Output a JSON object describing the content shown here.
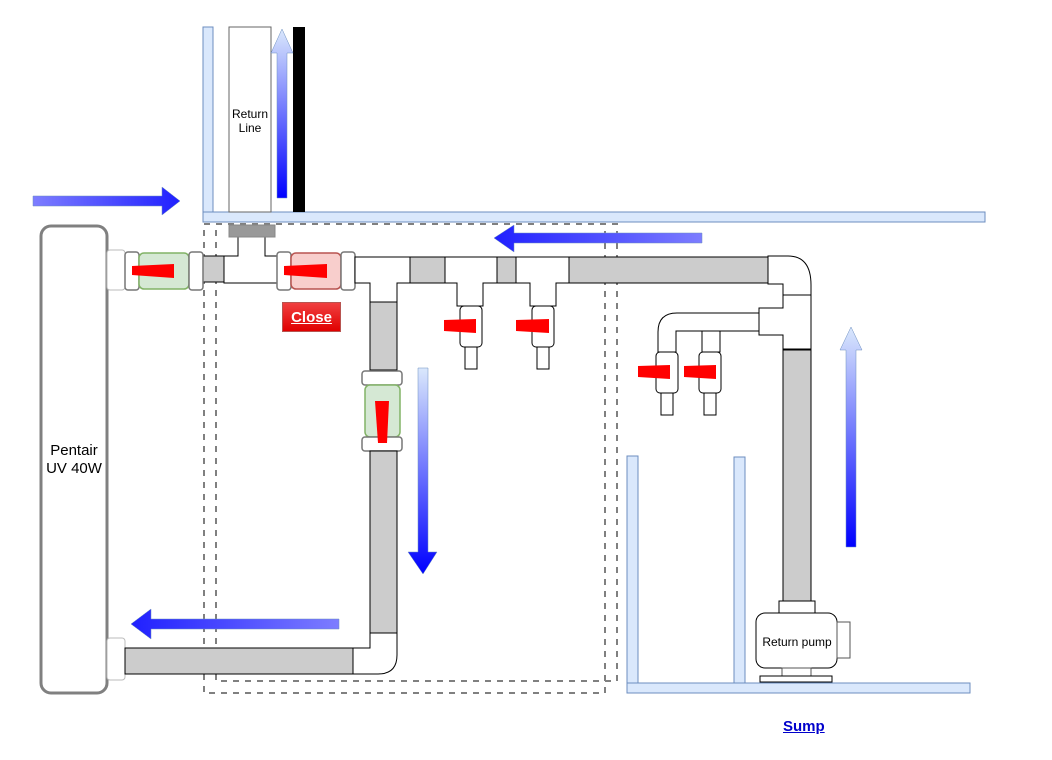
{
  "diagram": {
    "labels": {
      "uv_sterilizer": "Pentair UV 40W",
      "return_line": "Return Line",
      "return_pump": "Return pump"
    },
    "links": {
      "close": "Close",
      "sump": "Sump"
    },
    "colors": {
      "pipe": "#cccccc",
      "valve_open": "#d5e8d4",
      "valve_open_border": "#82b366",
      "valve_closed": "#f8cecc",
      "valve_closed_border": "#b85450",
      "valve_handle": "#ff0000",
      "tank_wall": "#dae8fc",
      "tank_wall_border": "#6c8ebf",
      "flow_arrow": "#3333ff",
      "close_button": "#e00000",
      "sump_link": "#0000cc"
    },
    "valves": [
      {
        "id": "uv-inlet-valve",
        "state": "open"
      },
      {
        "id": "main-line-valve",
        "state": "closed"
      },
      {
        "id": "uv-return-valve",
        "state": "open"
      },
      {
        "id": "manifold-valve-1",
        "state": "closed"
      },
      {
        "id": "manifold-valve-2",
        "state": "closed"
      },
      {
        "id": "sump-valve-1",
        "state": "closed"
      },
      {
        "id": "sump-valve-2",
        "state": "closed"
      }
    ],
    "flow_arrows": [
      "right",
      "up",
      "left",
      "down",
      "left",
      "up"
    ]
  }
}
